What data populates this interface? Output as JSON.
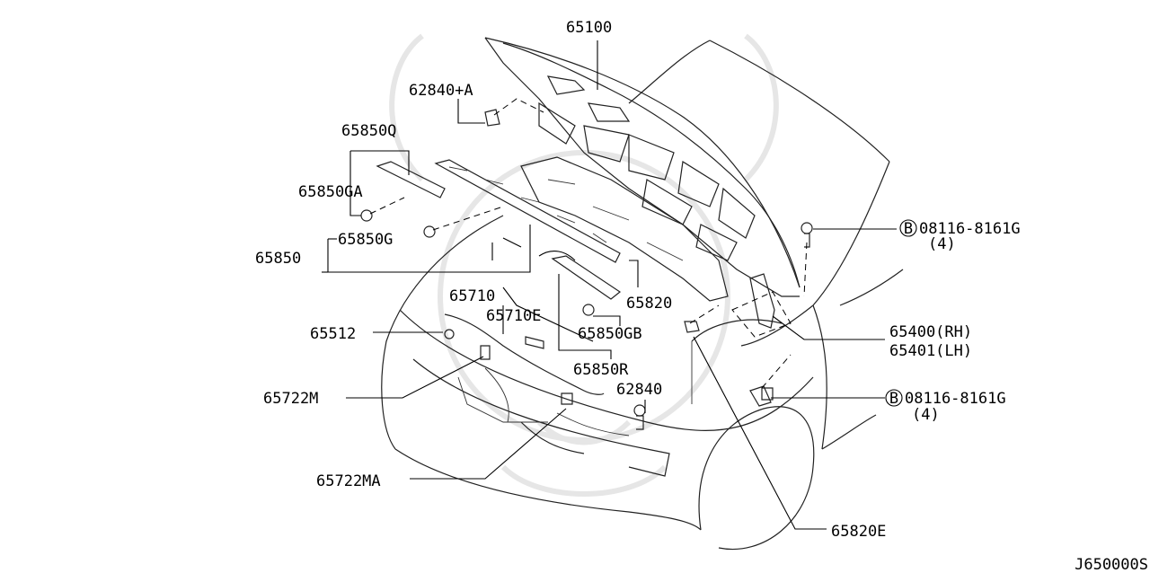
{
  "labels": {
    "l65100": "65100",
    "l62840a": "62840+A",
    "l65850q": "65850Q",
    "l65850ga": "65850GA",
    "l65850g": "65850G",
    "l65850": "65850",
    "l65710": "65710",
    "l65710e": "65710E",
    "l65820": "65820",
    "l65850gb": "65850GB",
    "l65512": "65512",
    "l65850r": "65850R",
    "l65722m": "65722M",
    "l62840": "62840",
    "l65722ma": "65722MA",
    "l65400": "65400(RH)",
    "l65401": "65401(LH)",
    "l08116a": "08116-8161G",
    "l4a": "(4)",
    "l08116b": "08116-8161G",
    "l4b": "(4)",
    "l65820e": "65820E",
    "bolt_mark": "B"
  },
  "code": "J650000S"
}
